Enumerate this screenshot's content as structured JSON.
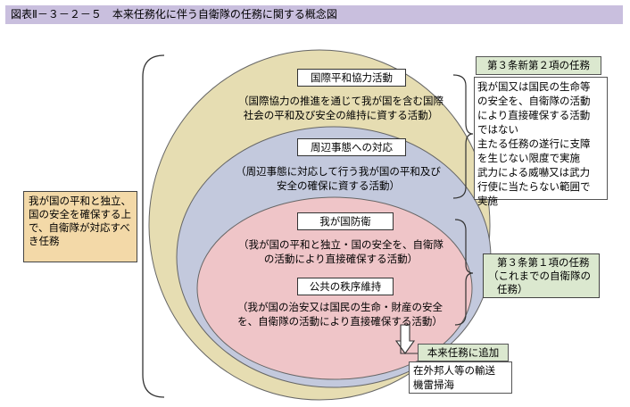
{
  "title": "図表Ⅱ－３－２－５　本来任務化に伴う自衛隊の任務に関する概念図",
  "left_box": "我が国の平和と独立、国の安全を確保する上で、自衛隊が対応すべき任務",
  "outer": {
    "label": "国際平和協力活動",
    "desc_line1": "（国際協力の推進を通じて我が国を含む国際",
    "desc_line2": "社会の平和及び安全の維持に資する活動）"
  },
  "middle": {
    "label": "周辺事態への対応",
    "desc_line1": "（周辺事態に対応して行う我が国の平和及び",
    "desc_line2": "安全の確保に資する活動）"
  },
  "inner1": {
    "label": "我が国防衛",
    "desc_line1": "（我が国の平和と独立・国の安全を、自衛隊",
    "desc_line2": "の活動により直接確保する活動）"
  },
  "inner2": {
    "label": "公共の秩序維持",
    "desc_line1": "（我が国の治安又は国民の生命・財産の安全",
    "desc_line2": "を、自衛隊の活動により直接確保する活動）"
  },
  "art3_2": {
    "header": "第３条新第２項の任務",
    "lines": [
      "我が国又は国民の生命等",
      "の安全を、自衛隊の活動",
      "により直接確保する活動",
      "ではない",
      "主たる任務の遂行に支障",
      "を生じない限度で実施",
      "武力による威嚇又は武力",
      "行使に当たらない範囲で",
      "実施"
    ]
  },
  "art3_1": {
    "line1": "第３条第１項の任務",
    "line2": "（これまでの自衛隊の",
    "line3": "任務）"
  },
  "added": {
    "header": "本来任務に追加",
    "line1": "在外邦人等の輸送",
    "line2": "機雷掃海"
  },
  "colors": {
    "title_bar": "#c9bfde",
    "outer_ellipse": "#e6ddb2",
    "middle_ellipse": "#c3c9dd",
    "inner_ellipse": "#efc5c8",
    "side_box": "#f3d9a8",
    "green_box": "#dbe8cf"
  }
}
